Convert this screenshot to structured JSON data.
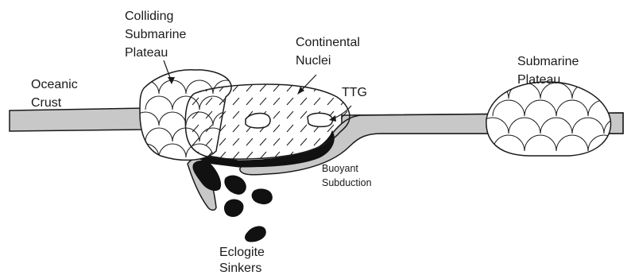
{
  "labels": {
    "colliding_plateau": [
      "Colliding",
      "Submarine",
      "Plateau"
    ],
    "continental_nuclei": [
      "Continental",
      "Nuclei"
    ],
    "oceanic_crust": [
      "Oceanic",
      "Crust"
    ],
    "ttg": "TTG",
    "submarine_plateau": [
      "Submarine",
      "Plateau"
    ],
    "buoyant_subduction": [
      "Buoyant",
      "Subduction"
    ],
    "eclogite_sinkers": [
      "Eclogite",
      "Sinkers"
    ]
  },
  "colors": {
    "crust_fill": "#c8c8c8",
    "outline": "#1a1a1a",
    "eclogite": "#111111",
    "plateau_fill": "#ffffff"
  }
}
